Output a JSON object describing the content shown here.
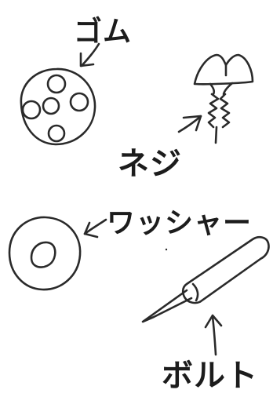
{
  "labels": {
    "rubber": "ゴム",
    "screw": "ネジ",
    "washer": "ワッシャー",
    "bolt": "ボルト"
  },
  "colors": {
    "ink": "#2a2a2a",
    "background": "#ffffff"
  }
}
